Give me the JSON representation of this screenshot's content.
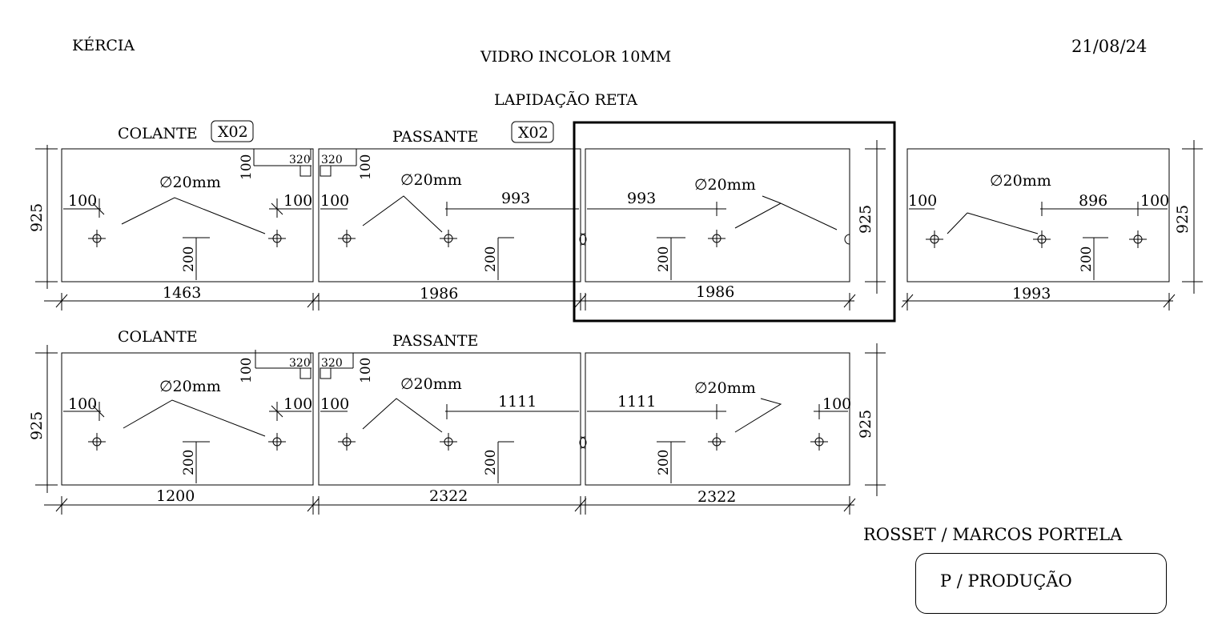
{
  "header": {
    "client": "KÉRCIA",
    "date": "21/08/24",
    "material": "VIDRO INCOLOR 10MM",
    "finish": "LAPIDAÇÃO RETA"
  },
  "footer": {
    "contact": "ROSSET / MARCOS PORTELA",
    "destination": "P / PRODUÇÃO"
  },
  "row1": {
    "labels": {
      "colante": "COLANTE",
      "passante": "PASSANTE",
      "qty_colante": "X02",
      "qty_passante": "X02"
    },
    "height": "925",
    "panels": [
      {
        "width": "1463",
        "hole": "∅20mm",
        "edge_left": "100",
        "edge_right": "100",
        "from_bottom": "200",
        "notch_w": "320",
        "notch_h": "100"
      },
      {
        "width": "1986",
        "hole": "∅20mm",
        "edge_left": "100",
        "span": "993",
        "from_bottom": "200",
        "notch_w": "320",
        "notch_h": "100"
      },
      {
        "width": "1986",
        "hole": "∅20mm",
        "span": "993",
        "from_bottom": "200"
      },
      {
        "width": "1993",
        "hole": "∅20mm",
        "edge_left": "100",
        "span": "896",
        "edge_right": "100",
        "from_bottom": "200"
      }
    ]
  },
  "row2": {
    "labels": {
      "colante": "COLANTE",
      "passante": "PASSANTE"
    },
    "height": "925",
    "panels": [
      {
        "width": "1200",
        "hole": "∅20mm",
        "edge_left": "100",
        "edge_right": "100",
        "from_bottom": "200",
        "notch_w": "320",
        "notch_h": "100"
      },
      {
        "width": "2322",
        "hole": "∅20mm",
        "edge_left": "100",
        "span": "1111",
        "from_bottom": "200",
        "notch_w": "320",
        "notch_h": "100"
      },
      {
        "width": "2322",
        "hole": "∅20mm",
        "span": "1111",
        "edge_right": "100",
        "from_bottom": "200"
      }
    ]
  }
}
